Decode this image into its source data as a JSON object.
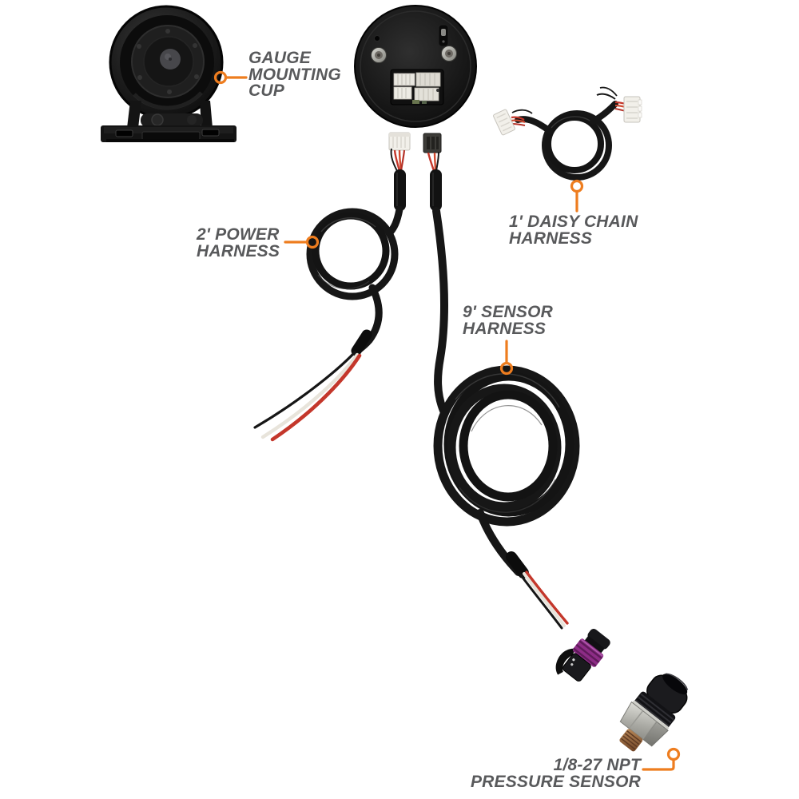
{
  "page": {
    "type": "product-diagram",
    "background": "#FFFFFF"
  },
  "colors": {
    "accent_orange": "#EE7D1F",
    "label_gray": "#58595B",
    "cable_black": "#161616",
    "wire_red": "#C4372B",
    "connector_white": "#F2F0EA",
    "seal_purple": "#8D2C86",
    "metal_silver": "#B9B9B4",
    "fitting_brass": "#9A6B40"
  },
  "callouts": {
    "gauge_mounting_cup": {
      "label": "GAUGE\nMOUNTING\nCUP"
    },
    "power_harness": {
      "label": "2' POWER\nHARNESS"
    },
    "daisy_chain_harness": {
      "label": "1' DAISY CHAIN\nHARNESS"
    },
    "sensor_harness": {
      "label": "9' SENSOR\nHARNESS"
    },
    "pressure_sensor": {
      "label": "1/8-27 NPT\nPRESSURE SENSOR"
    }
  }
}
